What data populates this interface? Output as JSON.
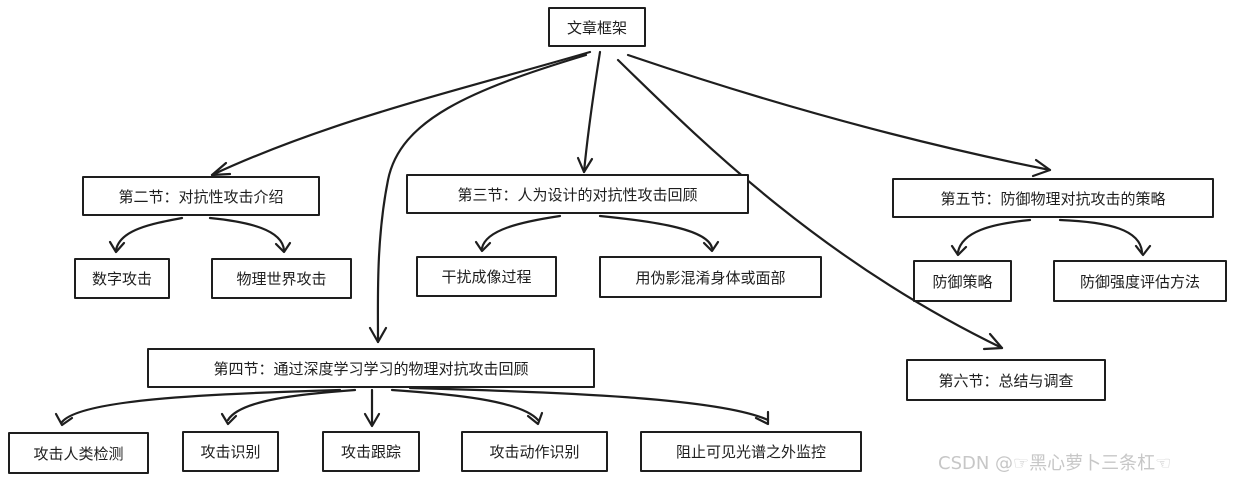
{
  "diagram": {
    "root": "文章框架",
    "sections": {
      "s2": "第二节：对抗性攻击介绍",
      "s3": "第三节：人为设计的对抗性攻击回顾",
      "s4": "第四节：通过深度学习学习的物理对抗攻击回顾",
      "s5": "第五节：防御物理对抗攻击的策略",
      "s6": "第六节：总结与调查"
    },
    "leaves": {
      "digital": "数字攻击",
      "physical": "物理世界攻击",
      "interfere": "干扰成像过程",
      "camouflage": "用伪影混淆身体或面部",
      "detect": "攻击人类检测",
      "recognize": "攻击识别",
      "track": "攻击跟踪",
      "action": "攻击动作识别",
      "block": "阻止可见光谱之外监控",
      "def_strategy": "防御策略",
      "def_eval": "防御强度评估方法"
    }
  },
  "watermark": "CSDN @☞黑心萝卜三条杠☜"
}
